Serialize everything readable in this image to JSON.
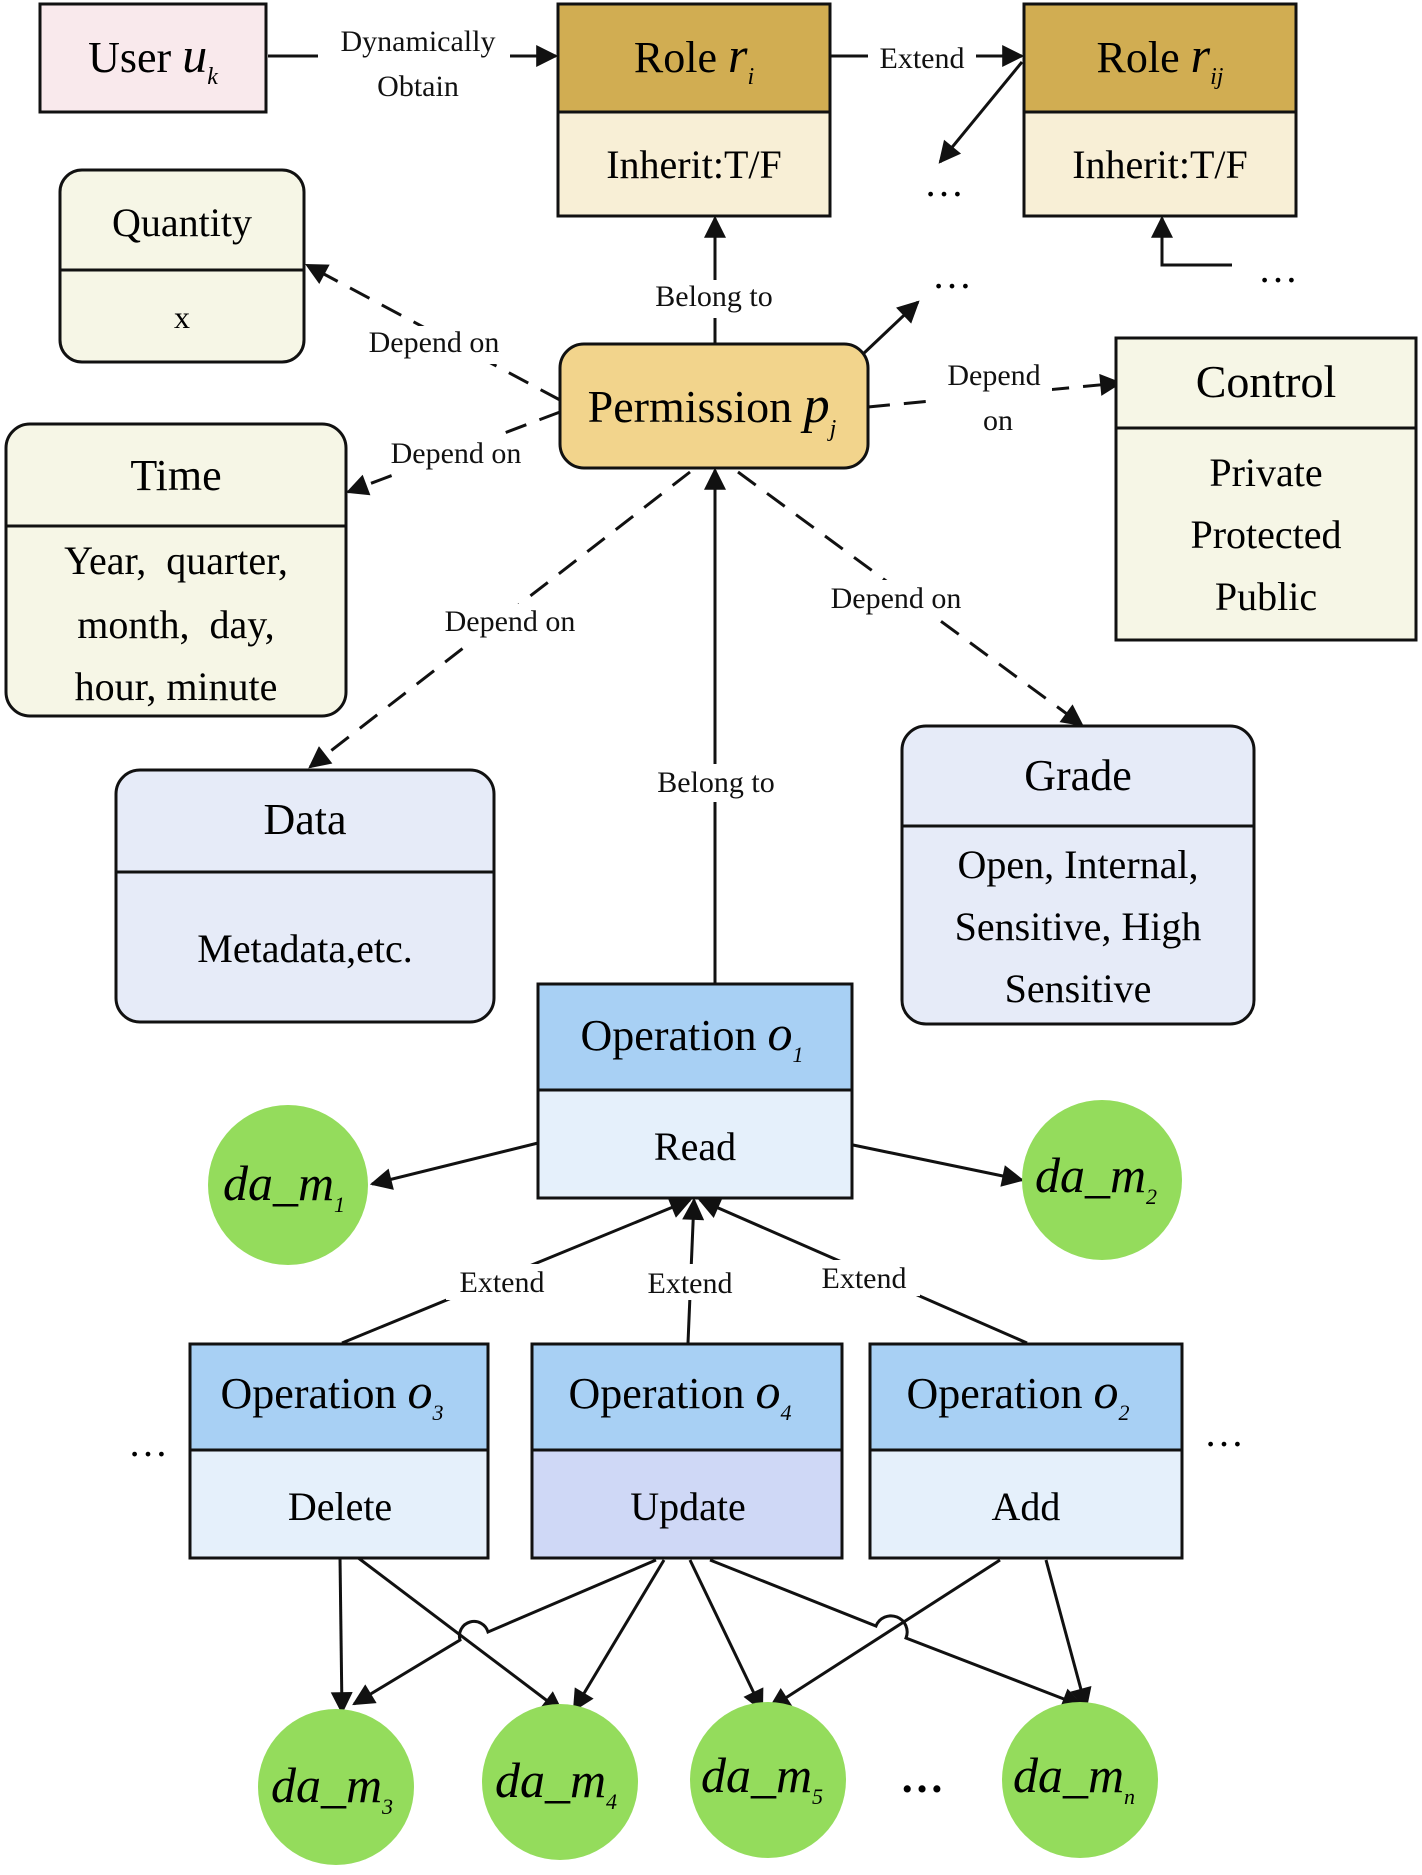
{
  "colors": {
    "user_fill": "#f9e9ec",
    "role_header": "#d1ad52",
    "role_body": "#f8efd6",
    "permission_fill": "#f2d48c",
    "attr_fill": "#f6f6e6",
    "data_fill": "#e6ebf8",
    "op_header": "#a8d0f4",
    "op_body": "#e5f0fb",
    "op_update_body": "#cfd8f6",
    "dam_fill": "#94dc5c",
    "stroke": "#111111"
  },
  "nodes": {
    "user": {
      "label": "User",
      "var": "u",
      "sub": "k"
    },
    "role_i": {
      "label": "Role",
      "var": "r",
      "sub": "i",
      "body": "Inherit:T/F"
    },
    "role_ij": {
      "label": "Role",
      "var": "r",
      "sub": "ij",
      "body": "Inherit:T/F"
    },
    "quantity": {
      "title": "Quantity",
      "body": "x"
    },
    "permission": {
      "label": "Permission",
      "var": "p",
      "sub": "j"
    },
    "control": {
      "title": "Control",
      "lines": [
        "Private",
        "Protected",
        "Public"
      ]
    },
    "time": {
      "title": "Time",
      "lines": [
        "Year,  quarter,",
        "month,  day,",
        "hour, minute"
      ]
    },
    "data": {
      "title": "Data",
      "body": "Metadata,etc."
    },
    "grade": {
      "title": "Grade",
      "lines": [
        "Open, Internal,",
        "Sensitive, High",
        "Sensitive"
      ]
    },
    "op1": {
      "label": "Operation",
      "var": "o",
      "sub": "1",
      "body": "Read"
    },
    "op3": {
      "label": "Operation",
      "var": "o",
      "sub": "3",
      "body": "Delete"
    },
    "op4": {
      "label": "Operation",
      "var": "o",
      "sub": "4",
      "body": "Update"
    },
    "op2": {
      "label": "Operation",
      "var": "o",
      "sub": "2",
      "body": "Add"
    },
    "dam1": {
      "text": "da_m",
      "sub": "1"
    },
    "dam2": {
      "text": "da_m",
      "sub": "2"
    },
    "dam3": {
      "text": "da_m",
      "sub": "3"
    },
    "dam4": {
      "text": "da_m",
      "sub": "4"
    },
    "dam5": {
      "text": "da_m",
      "sub": "5"
    },
    "damn": {
      "text": "da_m",
      "sub": "n"
    }
  },
  "edges": {
    "dynamically": "Dynamically",
    "obtain": "Obtain",
    "extend_role": "Extend",
    "belong_to_role": "Belong to",
    "belong_to_op": "Belong to",
    "depend_quantity": "Depend on",
    "depend_time": "Depend on",
    "depend_data": "Depend on",
    "depend_grade": "Depend on",
    "depend_control_1": "Depend",
    "depend_control_2": "on",
    "extend_o3": "Extend",
    "extend_o4": "Extend",
    "extend_o2": "Extend"
  },
  "ellipses": {
    "role": "…",
    "role_bottom": "…",
    "permission": "…",
    "ops_left": "…",
    "ops_right": "…",
    "dams": "…"
  }
}
